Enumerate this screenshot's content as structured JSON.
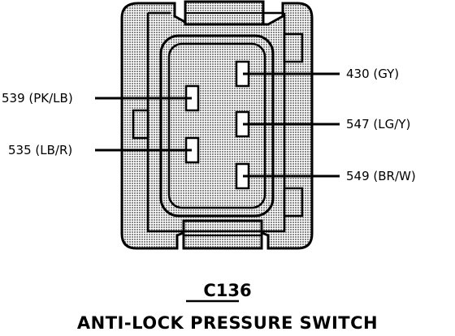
{
  "connector_id": "C136",
  "component_name": "ANTI-LOCK PRESSURE SWITCH",
  "pins": [
    {
      "circuit": "539",
      "color": "PK/LB",
      "label": "539 (PK/LB)"
    },
    {
      "circuit": "535",
      "color": "LB/R",
      "label": "535 (LB/R)"
    },
    {
      "circuit": "430",
      "color": "GY",
      "label": "430 (GY)"
    },
    {
      "circuit": "547",
      "color": "LG/Y",
      "label": "547 (LG/Y)"
    },
    {
      "circuit": "549",
      "color": "BR/W",
      "label": "549 (BR/W)"
    }
  ],
  "colors": {
    "line": "#000000",
    "shading": "#bdbdbd",
    "background": "#ffffff"
  }
}
